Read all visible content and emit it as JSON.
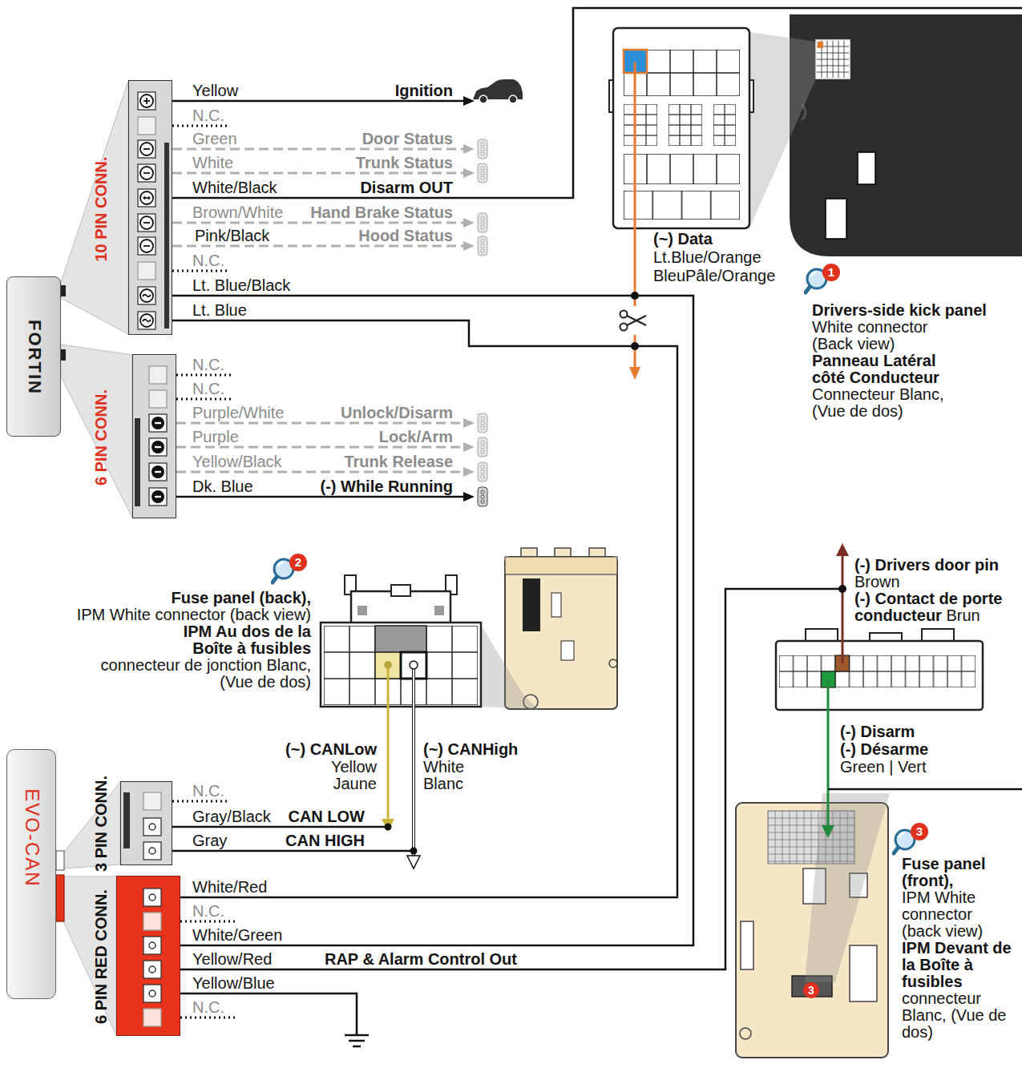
{
  "diagram": {
    "nodes": [
      {
        "text": [
          "FORTIN"
        ]
      },
      {
        "text": [
          "10 PIN CONN."
        ]
      },
      {
        "text": [
          "6 PIN CONN."
        ]
      },
      {
        "text": [
          "EVO-CAN"
        ]
      },
      {
        "text": [
          "3 PIN CONN."
        ]
      },
      {
        "text": [
          "6 PIN RED CONN."
        ]
      }
    ],
    "edges": [
      {
        "from": 1,
        "to": 5,
        "arrow": "none"
      },
      {
        "from": 1,
        "to": 5,
        "arrow": "none"
      }
    ],
    "labels": [
      "Yellow",
      "Ignition",
      "N.C.",
      "Green",
      "Door Status",
      "White",
      "Trunk Status",
      "White/Black",
      "Disarm OUT",
      "Brown/White",
      "Hand Brake Status",
      "Pink/Black",
      "Hood Status",
      "N.C.",
      "Lt. Blue/Black",
      "Lt. Blue",
      "N.C.",
      "N.C.",
      "Purple/White",
      "Unlock/Disarm",
      "Purple",
      "Lock/Arm",
      "Yellow/Black",
      "Trunk Release",
      "Dk. Blue",
      "(-) While Running",
      "(~) Data",
      "Lt.Blue/Orange",
      "BleuPâle/Orange",
      "1",
      "Drivers-side kick panel",
      "White connector (Back view)",
      "Panneau Latéral côté Conducteur",
      "Connecteur Blanc, (Vue de dos)",
      "2",
      "Fuse panel (back),",
      "IPM White connector (back view)",
      "IPM Au dos de la Boîte à fusibles",
      "connecteur de jonction Blanc, (Vue de dos)",
      "(~) CANLow",
      "Yellow Jaune",
      "(~) CANHigh",
      "White Blanc",
      "(-) Drivers door pin",
      "Brown",
      "(-) Contact de porte conducteur",
      "Brun",
      "(-) Disarm",
      "(-) Désarme",
      "Green | Vert",
      "N.C.",
      "Gray/Black",
      "CAN LOW",
      "Gray",
      "CAN HIGH",
      "3",
      "Fuse panel (front),",
      "IPM White connector (back view)",
      "IPM Devant de la Boîte à fusibles",
      "connecteur Blanc, (Vue de dos)",
      "White/Red",
      "N.C.",
      "White/Green",
      "Yellow/Red",
      "RAP & Alarm Control Out",
      "Yellow/Blue",
      "N.C.",
      "3"
    ]
  }
}
